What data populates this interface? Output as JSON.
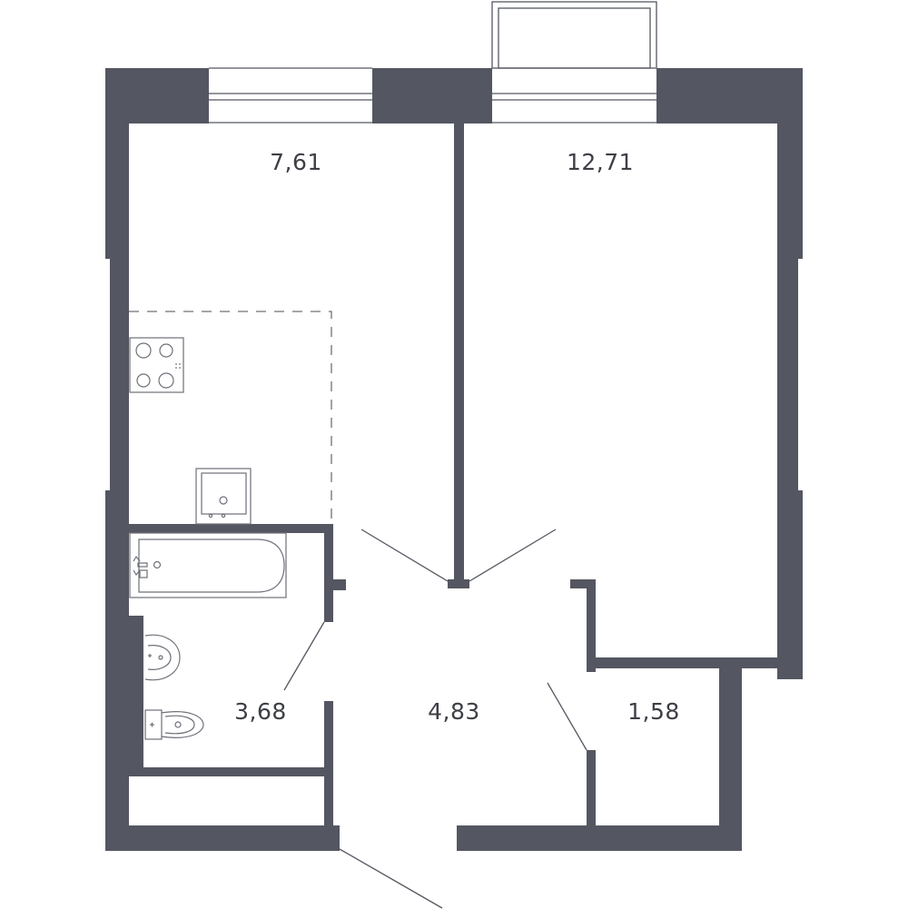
{
  "rooms": [
    {
      "id": "kitchen",
      "area": "7,61"
    },
    {
      "id": "room",
      "area": "12,71"
    },
    {
      "id": "bathroom",
      "area": "3,68"
    },
    {
      "id": "hall",
      "area": "4,83"
    },
    {
      "id": "storage",
      "area": "1,58"
    }
  ],
  "colors": {
    "wall": "#545761",
    "line": "#6e7079",
    "background": "#ffffff"
  }
}
